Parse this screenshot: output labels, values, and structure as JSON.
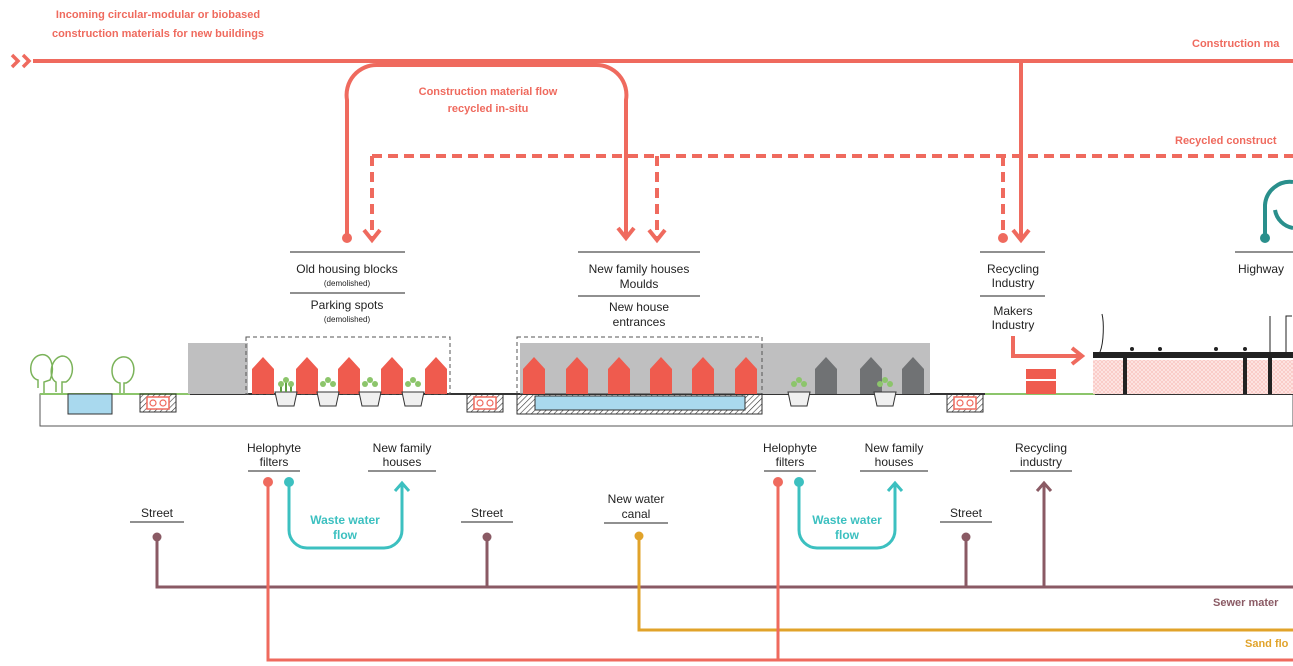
{
  "colors": {
    "construction": "#ef6a5e",
    "wastewater": "#3cc0c0",
    "sewer": "#8a5a64",
    "sand": "#e1a32a",
    "highway": "#2a8f8c",
    "building_grey": "#bfbfc0",
    "house_red": "#ef5b4e",
    "house_dark": "#707274",
    "canal_blue": "#a9d9ee"
  },
  "flows_top": {
    "incoming_line1": "Incoming circular-modular or biobased",
    "incoming_line2": "construction materials for new buildings",
    "construction_right": "Construction ma",
    "insitu_line1": "Construction material flow",
    "insitu_line2": "recycled in-situ",
    "recycled_right": "Recycled construct"
  },
  "sites": {
    "old_housing": "Old housing blocks",
    "old_housing_note": "(demolished)",
    "parking": "Parking spots",
    "parking_note": "(demolished)",
    "new_family": "New family houses",
    "moulds": "Moulds",
    "entrances_line1": "New house",
    "entrances_line2": "entrances",
    "recycling_line1": "Recycling",
    "recycling_line2": "Industry",
    "makers_line1": "Makers",
    "makers_line2": "Industry",
    "highway": "Highway"
  },
  "underground": {
    "helophyte_line1": "Helophyte",
    "helophyte_line2": "filters",
    "newfam_line1": "New family",
    "newfam_line2": "houses",
    "waste_line1": "Waste water",
    "waste_line2": "flow",
    "street": "Street",
    "canal_line1": "New water",
    "canal_line2": "canal",
    "recyc_line1": "Recycling",
    "recyc_line2": "industry",
    "sewer_label": "Sewer mater",
    "sand_label": "Sand flo"
  }
}
